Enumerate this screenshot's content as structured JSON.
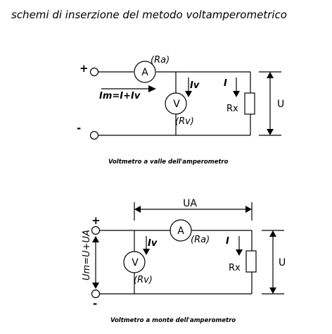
{
  "title": "schemi di inserzione del metodo voltamperometrico",
  "circuit_valle": {
    "caption": "Voltmetro a valle dell'amperometro",
    "plus": "+",
    "minus": "-",
    "ammeter_symbol": "A",
    "ammeter_resistance": "(Ra)",
    "voltmeter_symbol": "V",
    "voltmeter_resistance": "(Rv)",
    "current_voltmeter": "Iv",
    "current_load": "I",
    "current_total": "Im=I+Iv",
    "load_label": "Rx",
    "voltage_label": "U"
  },
  "circuit_monte": {
    "caption": "Voltmetro a monte dell'amperometro",
    "plus": "+",
    "minus": "-",
    "ammeter_symbol": "A",
    "ammeter_resistance": "(Ra)",
    "voltmeter_symbol": "V",
    "voltmeter_resistance": "(Rv)",
    "current_voltmeter": "Iv",
    "current_load": "I",
    "ammeter_voltage": "UA",
    "measured_voltage": "Um=U+UA",
    "load_label": "Rx",
    "voltage_label": "U"
  }
}
